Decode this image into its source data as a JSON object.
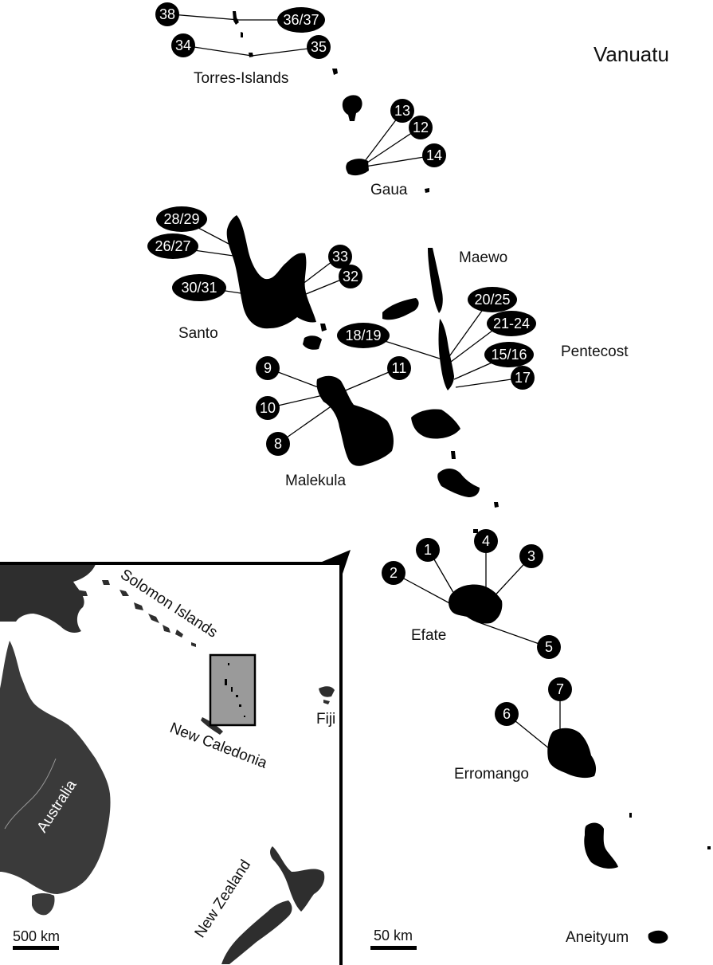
{
  "title": "Vanuatu",
  "islands": {
    "torres": "Torres-Islands",
    "gaua": "Gaua",
    "santo": "Santo",
    "maewo": "Maewo",
    "pentecost": "Pentecost",
    "malekula": "Malekula",
    "efate": "Efate",
    "erromango": "Erromango",
    "aneityum": "Aneityum"
  },
  "sites": {
    "s38": "38",
    "s3637": "36/37",
    "s34": "34",
    "s35": "35",
    "s13": "13",
    "s12": "12",
    "s14": "14",
    "s2829": "28/29",
    "s2627": "26/27",
    "s3031": "30/31",
    "s33": "33",
    "s32": "32",
    "s2025": "20/25",
    "s2124": "21-24",
    "s1819": "18/19",
    "s1516": "15/16",
    "s17": "17",
    "s9": "9",
    "s11": "11",
    "s10": "10",
    "s8": "8",
    "s1": "1",
    "s4": "4",
    "s3": "3",
    "s2": "2",
    "s5": "5",
    "s7": "7",
    "s6": "6"
  },
  "inset": {
    "solomon": "Solomon Islands",
    "new_caledonia": "New Caledonia",
    "fiji": "Fiji",
    "australia": "Australia",
    "new_zealand": "New Zealand",
    "scale": "500 km"
  },
  "scale_main": "50 km",
  "colors": {
    "land": "#000000",
    "inset_sea": "#ffffff",
    "inset_land": "#3a3a3a",
    "focus_box": "#9a9a9a"
  }
}
